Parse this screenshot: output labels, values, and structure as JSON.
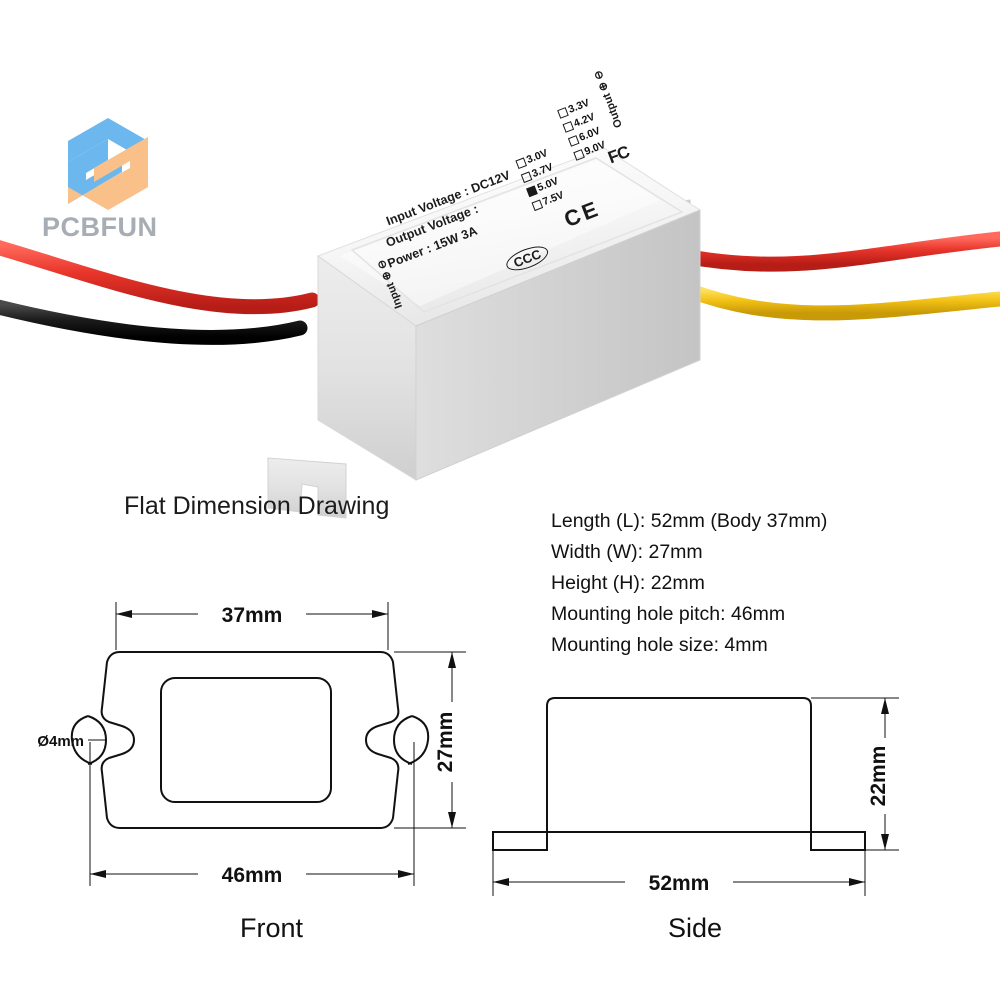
{
  "watermark": {
    "brand": "PCBFUN",
    "logo_icon": "hexagon-logo-icon",
    "colors": {
      "blue": "#6cb8ee",
      "orange": "#f9c08a",
      "text": "#a7adb4"
    }
  },
  "product": {
    "body_color": "#f4f4f4",
    "label": {
      "input_voltage": "Input Voltage : DC12V",
      "output_voltage": "Output Voltage :",
      "power": "Power : 15W 3A",
      "output_options_left": [
        {
          "label": "3.0V",
          "selected": false
        },
        {
          "label": "3.7V",
          "selected": false
        },
        {
          "label": "5.0V",
          "selected": true
        },
        {
          "label": "7.5V",
          "selected": false
        }
      ],
      "output_options_right": [
        {
          "label": "3.3V",
          "selected": false
        },
        {
          "label": "4.2V",
          "selected": false
        },
        {
          "label": "6.0V",
          "selected": false
        },
        {
          "label": "9.0V",
          "selected": false
        }
      ],
      "input_port": "Input ⊕ ⊖",
      "output_port": "Output ⊕ ⊖",
      "certifications": [
        "CE",
        "FC",
        "CCC"
      ]
    },
    "wires": {
      "input": [
        {
          "name": "input-wire-red",
          "color": "#e8352b"
        },
        {
          "name": "input-wire-black",
          "color": "#1c1c1c"
        }
      ],
      "output": [
        {
          "name": "output-wire-red",
          "color": "#e8352b"
        },
        {
          "name": "output-wire-yellow",
          "color": "#f2c217"
        }
      ]
    }
  },
  "flat_drawing": {
    "title": "Flat Dimension Drawing",
    "specs": [
      "Length (L): 52mm (Body 37mm)",
      "Width (W): 27mm",
      "Height (H): 22mm",
      "Mounting hole pitch: 46mm",
      "Mounting hole size: 4mm"
    ],
    "front_view": {
      "caption": "Front",
      "dim_body_width": "37mm",
      "dim_overall_width": "46mm",
      "dim_height": "27mm",
      "dim_hole": "Ø4mm"
    },
    "side_view": {
      "caption": "Side",
      "dim_length": "52mm",
      "dim_height": "22mm"
    }
  }
}
